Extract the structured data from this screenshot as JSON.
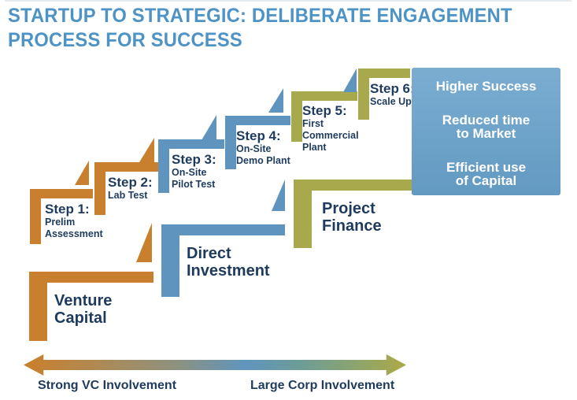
{
  "title": {
    "line1": "STARTUP TO STRATEGIC: DELIBERATE ENGAGEMENT",
    "line2": "PROCESS FOR SUCCESS"
  },
  "steps": [
    {
      "label": "Step 1:",
      "sublines": [
        "Prelim",
        "Assessment"
      ],
      "color": "#C8802F"
    },
    {
      "label": "Step 2:",
      "sublines": [
        "Lab Test"
      ],
      "color": "#C8802F"
    },
    {
      "label": "Step 3:",
      "sublines": [
        "On-Site",
        "Pilot Test"
      ],
      "color": "#5E94BD"
    },
    {
      "label": "Step 4:",
      "sublines": [
        "On-Site",
        "Demo Plant"
      ],
      "color": "#5E94BD"
    },
    {
      "label": "Step 5:",
      "sublines": [
        "First",
        "Commercial",
        "Plant"
      ],
      "color": "#A8A84C"
    },
    {
      "label": "Step 6:",
      "sublines": [
        "Scale Up"
      ],
      "color": "#A8A84C"
    }
  ],
  "stages": [
    {
      "line1": "Venture",
      "line2": "Capital",
      "color": "#C8802F"
    },
    {
      "line1": "Direct",
      "line2": "Investment",
      "color": "#5E94BD"
    },
    {
      "line1": "Project",
      "line2": "Finance",
      "color": "#A8A84C"
    }
  ],
  "benefits": {
    "items": [
      [
        "Higher Success"
      ],
      [
        "Reduced time",
        "to Market"
      ],
      [
        "Efficient use",
        "of Capital"
      ]
    ]
  },
  "axis": {
    "left_label": "Strong VC Involvement",
    "right_label": "Large Corp Involvement"
  },
  "colors": {
    "orange": "#C8802F",
    "blue": "#5E94BD",
    "olive": "#A8A84C",
    "navy": "#1E3B5E",
    "title-blue": "#4E93C5",
    "box-fill": "#6FA2C7",
    "box-text": "#FFFFFF"
  }
}
